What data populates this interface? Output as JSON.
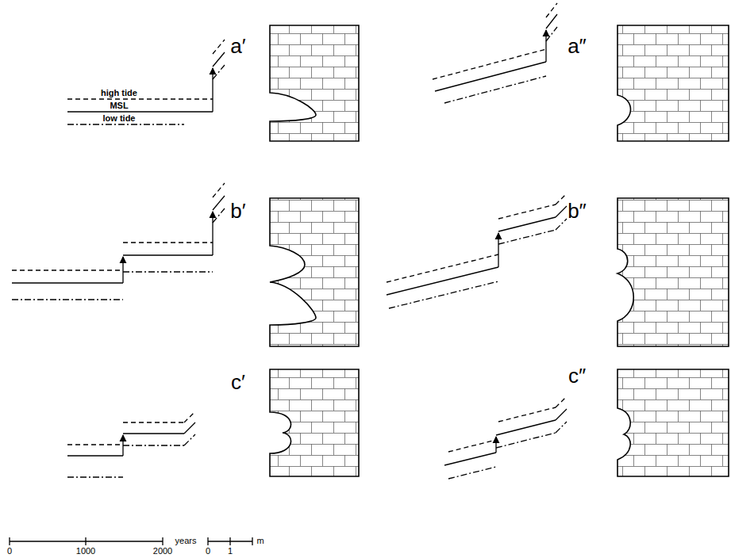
{
  "diagram": {
    "labels": [
      "high tide",
      "MSL",
      "low tide",
      "a′",
      "a″",
      "b′",
      "b″",
      "c′",
      "c″",
      "0",
      "1000",
      "2000",
      "years",
      "0",
      "1",
      "m"
    ]
  }
}
